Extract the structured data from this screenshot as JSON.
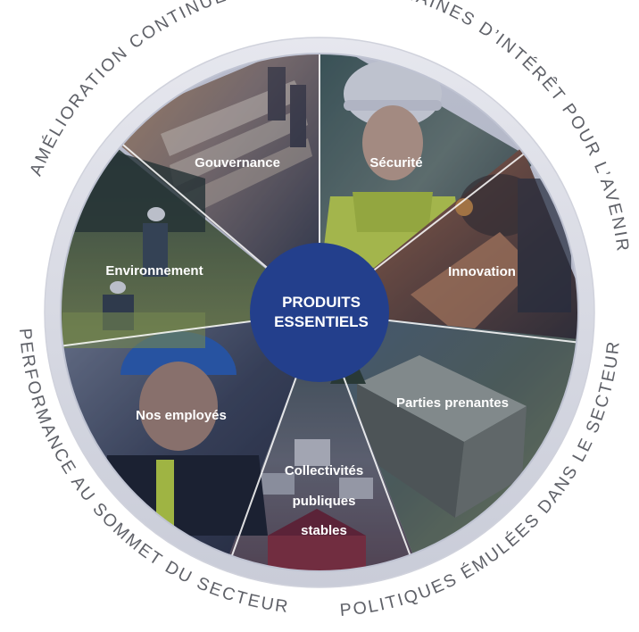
{
  "outer_labels": {
    "top_left": "AMÉLIORATION CONTINUE",
    "top_right": "DOMAINES D’INTÉRÊT POUR L’AVENIR",
    "bottom_left": "PERFORMANCE AU SOMMET DU SECTEUR",
    "bottom_right": "POLITIQUES ÉMULÉES DANS LE SECTEUR"
  },
  "center": {
    "line1": "PRODUITS",
    "line2": "ESSENTIELS"
  },
  "segments": [
    {
      "id": "gouvernance",
      "label": "Gouvernance",
      "image": "boardroom-photo"
    },
    {
      "id": "securite",
      "label": "Sécurité",
      "image": "worker-hardhat-photo"
    },
    {
      "id": "innovation",
      "label": "Innovation",
      "image": "welder-photo"
    },
    {
      "id": "parties-prenantes",
      "label": "Parties prenantes",
      "image": "metal-ingot-photo"
    },
    {
      "id": "collectivites",
      "label_lines": [
        "Collectivités",
        "publiques",
        "stables"
      ],
      "image": "town-photo"
    },
    {
      "id": "nos-employes",
      "label": "Nos employés",
      "image": "employee-photo"
    },
    {
      "id": "environnement",
      "label": "Environnement",
      "image": "field-workers-photo"
    }
  ],
  "colors": {
    "center_fill": "#233f8c",
    "ring": "#d7d9e2",
    "outer_text": "#5f6168"
  }
}
